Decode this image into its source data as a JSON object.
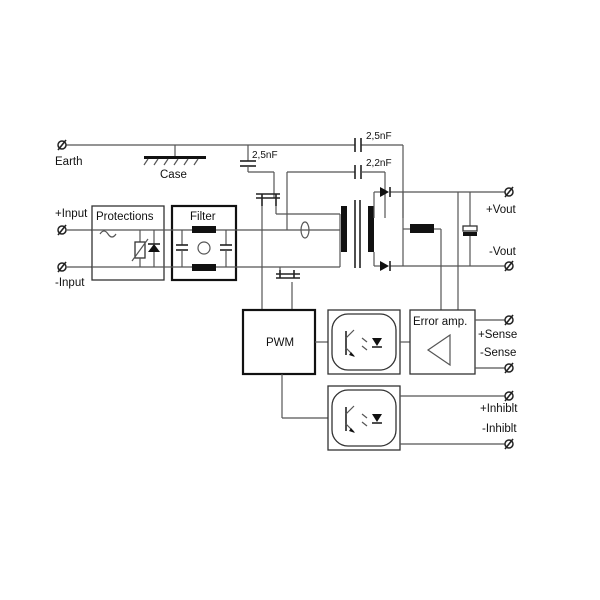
{
  "diagram": {
    "terminals": {
      "earth": "Earth",
      "plus_input": "+Input",
      "minus_input": "-Input",
      "plus_vout": "+Vout",
      "minus_vout": "-Vout",
      "plus_sense": "+Sense",
      "minus_sense": "-Sense",
      "plus_inhibit": "+Inhiblt",
      "minus_inhibit": "-Inhiblt"
    },
    "case_label": "Case",
    "blocks": {
      "protections": "Protections",
      "filter": "Filter",
      "pwm": "PWM",
      "error_amp": "Error amp."
    },
    "capacitors": {
      "earth_to_input": "2,5nF",
      "earth_to_output": "2,5nF",
      "primary_to_secondary": "2,2nF"
    }
  }
}
